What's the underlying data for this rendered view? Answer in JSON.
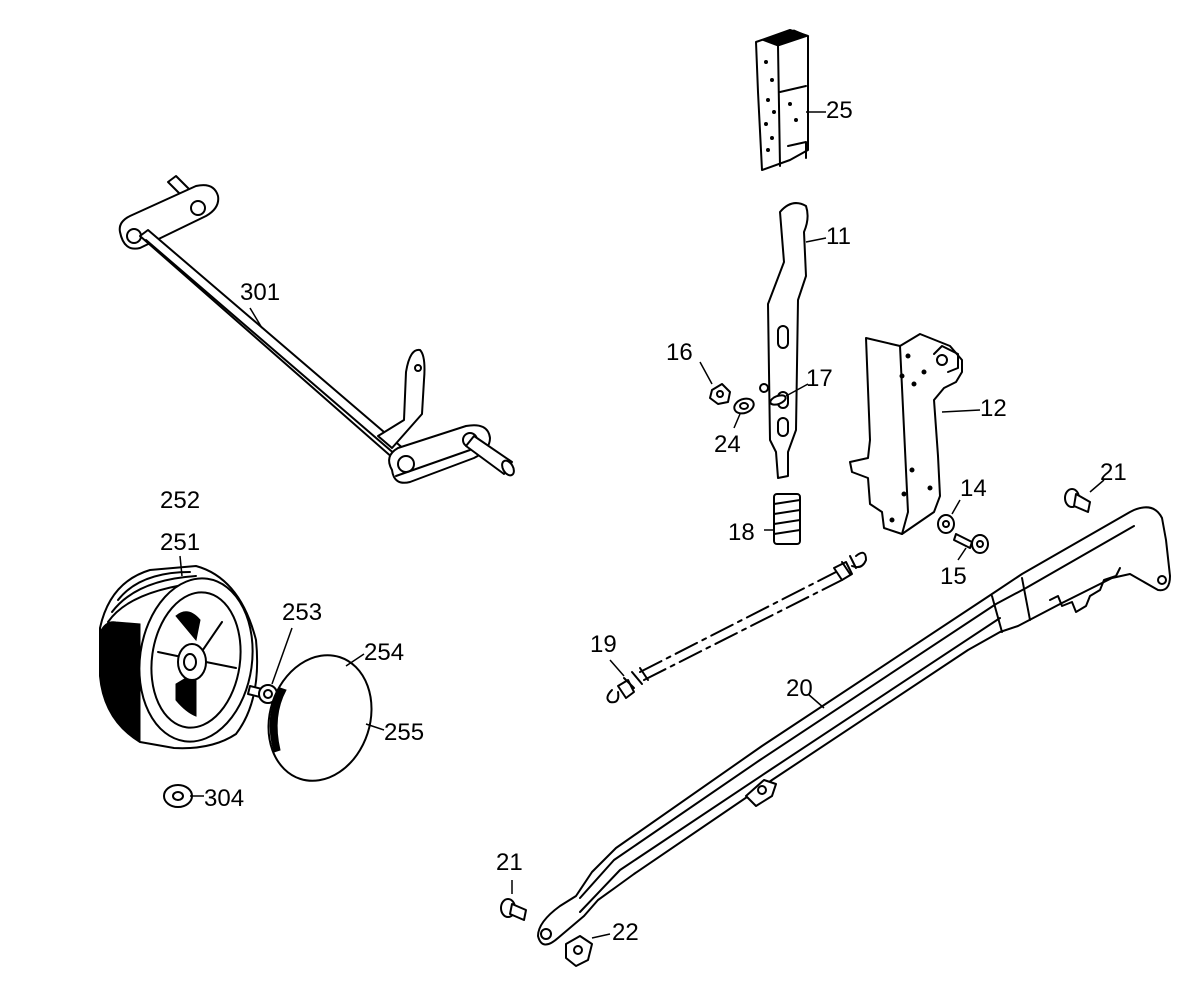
{
  "labels": {
    "l301": "301",
    "l252": "252",
    "l251": "251",
    "l253": "253",
    "l254": "254",
    "l255": "255",
    "l304": "304",
    "l25": "25",
    "l11": "11",
    "l16": "16",
    "l17": "17",
    "l24": "24",
    "l12": "12",
    "l18": "18",
    "l14": "14",
    "l15": "15",
    "l21a": "21",
    "l19": "19",
    "l20": "20",
    "l21b": "21",
    "l22": "22"
  }
}
